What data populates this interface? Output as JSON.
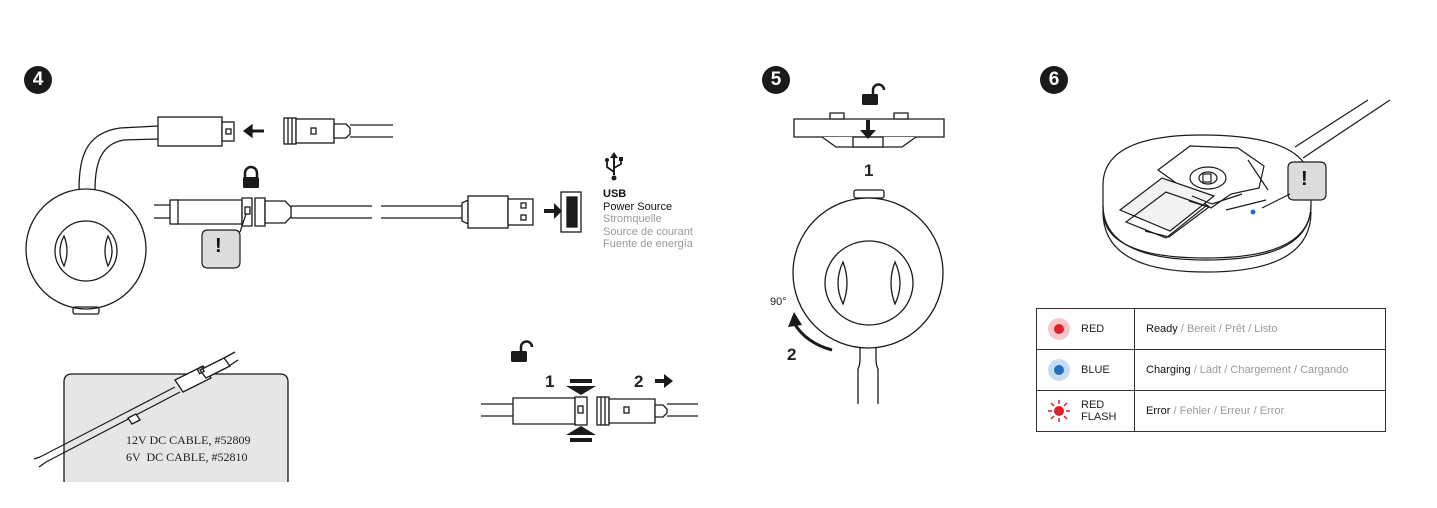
{
  "steps": {
    "s4": "4",
    "s5": "5",
    "s6": "6"
  },
  "usb": {
    "title": "USB",
    "primary": "Power Source",
    "translations": [
      "Stromquelle",
      "Source de courant",
      "Fuente de energía"
    ]
  },
  "cables": {
    "line1": "12V DC CABLE, #52809",
    "line2": "6V  DC CABLE, #52810"
  },
  "release": {
    "step1": "1",
    "step2": "2"
  },
  "rotate": {
    "step1": "1",
    "step2": "2",
    "angle": "90°"
  },
  "alert_glyph": "!",
  "led_table": [
    {
      "color_name": "RED",
      "dot": "#e01f2d",
      "halo": "#f7c6c9",
      "flash": false,
      "status": "Ready",
      "translations": " / Bereit / Prêt / Listo"
    },
    {
      "color_name": "BLUE",
      "dot": "#1f6fc0",
      "halo": "#c6dcf2",
      "flash": false,
      "status": "Charging",
      "translations": " / Lädt / Chargement / Cargando"
    },
    {
      "color_name": "RED\nFLASH",
      "dot": "#e01f2d",
      "halo": "#f7c6c9",
      "flash": true,
      "status": "Error",
      "translations": " / Fehler / Erreur / Error"
    }
  ],
  "colors": {
    "ink": "#1a1a1a",
    "panel": "#e6e6e6",
    "alert": "#dcdcdc"
  },
  "icons": [
    "lock-icon",
    "unlock-icon",
    "usb-icon",
    "arrow-right-icon",
    "arrow-left-icon",
    "arrow-down-icon",
    "arrow-up-icon",
    "rotate-arrow-icon",
    "warning-icon"
  ]
}
